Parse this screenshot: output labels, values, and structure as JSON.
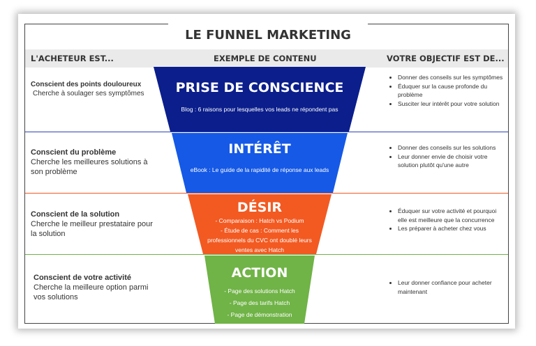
{
  "title": "LE FUNNEL MARKETING",
  "headers": {
    "left": "L'ACHETEUR EST...",
    "center": "EXEMPLE DE CONTENU",
    "right": "VOTRE OBJECTIF EST DE..."
  },
  "stages": [
    {
      "name": "PRISE DE CONSCIENCE",
      "color": "#0b1e8c",
      "buyer_title": "Conscient des points douloureux",
      "buyer_desc": "Cherche à soulager ses symptômes",
      "content": [
        "Blog : 6 raisons pour lesquelles vos leads ne répondent pas"
      ],
      "objectives": [
        "Donner des conseils sur les symptômes",
        "Éduquer sur la cause profonde du problème",
        "Susciter leur intérêt pour votre solution"
      ]
    },
    {
      "name": "INTÉRÊT",
      "color": "#1559e6",
      "buyer_title": "Conscient du problème",
      "buyer_desc": "Cherche les meilleures solutions à son problème",
      "content": [
        "eBook : Le guide de la rapidité de réponse aux leads"
      ],
      "objectives": [
        "Donner des conseils sur les solutions",
        "Leur donner envie de choisir votre solution plutôt qu'une autre"
      ]
    },
    {
      "name": "DÉSIR",
      "color": "#f25a22",
      "buyer_title": "Conscient de la solution",
      "buyer_desc": "Cherche le meilleur prestataire pour la solution",
      "content": [
        "- Comparaison : Hatch vs Podium",
        "- Étude de cas : Comment les",
        "professionnels du CVC ont doublé leurs",
        "ventes avec Hatch"
      ],
      "objectives": [
        "Éduquer sur votre activité et pourquoi elle est meilleure que la concurrence",
        "Les préparer à acheter chez vous"
      ]
    },
    {
      "name": "ACTION",
      "color": "#70b347",
      "buyer_title": "Conscient de votre activité",
      "buyer_desc": "Cherche la meilleure option parmi vos solutions",
      "content": [
        "- Page des solutions Hatch",
        "- Page des tarifs Hatch",
        "- Page de démonstration"
      ],
      "objectives": [
        "Leur donner confiance pour acheter maintenant"
      ]
    }
  ]
}
